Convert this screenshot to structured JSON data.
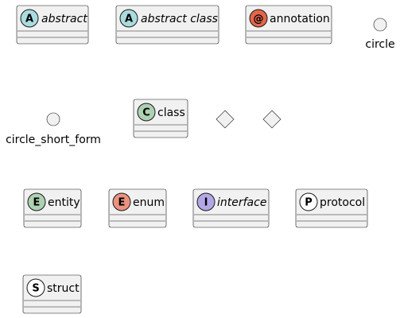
{
  "elements": {
    "abstract": {
      "name": "abstract",
      "letter": "A",
      "italic": true,
      "badge_color": "#a9dcdf"
    },
    "abstract_class": {
      "name": "abstract class",
      "letter": "A",
      "italic": true,
      "badge_color": "#a9dcdf"
    },
    "annotation": {
      "name": "annotation",
      "letter": "@",
      "italic": false,
      "badge_color": "#e3664a"
    },
    "circle": {
      "name": "circle"
    },
    "circle_short_form": {
      "name": "circle_short_form"
    },
    "class": {
      "name": "class",
      "letter": "C",
      "italic": false,
      "badge_color": "#add1b2"
    },
    "entity": {
      "name": "entity",
      "letter": "E",
      "italic": false,
      "badge_color": "#add1b2"
    },
    "enum": {
      "name": "enum",
      "letter": "E",
      "italic": false,
      "badge_color": "#eb937f"
    },
    "interface": {
      "name": "interface",
      "letter": "I",
      "italic": true,
      "badge_color": "#b4a7e5"
    },
    "protocol": {
      "name": "protocol",
      "letter": "P",
      "italic": false,
      "badge_color": "#ffffff"
    },
    "struct": {
      "name": "struct",
      "letter": "S",
      "italic": false,
      "badge_color": "#ffffff"
    }
  }
}
